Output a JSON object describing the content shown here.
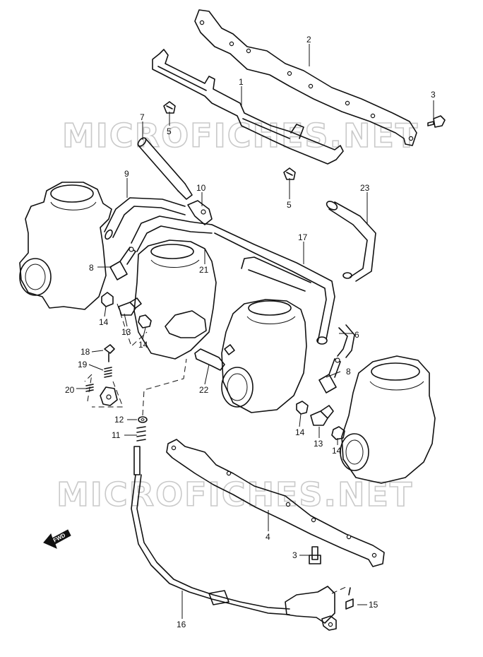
{
  "watermark": "MICROFICHES.NET",
  "fwd_arrow_text": "FWD",
  "callouts": [
    {
      "id": "1",
      "text": "1"
    },
    {
      "id": "2",
      "text": "2"
    },
    {
      "id": "3a",
      "text": "3"
    },
    {
      "id": "3b",
      "text": "3"
    },
    {
      "id": "4",
      "text": "4"
    },
    {
      "id": "5a",
      "text": "5"
    },
    {
      "id": "5b",
      "text": "5"
    },
    {
      "id": "6",
      "text": "6"
    },
    {
      "id": "7",
      "text": "7"
    },
    {
      "id": "8a",
      "text": "8"
    },
    {
      "id": "8b",
      "text": "8"
    },
    {
      "id": "9",
      "text": "9"
    },
    {
      "id": "10",
      "text": "10"
    },
    {
      "id": "11",
      "text": "11"
    },
    {
      "id": "12",
      "text": "12"
    },
    {
      "id": "13a",
      "text": "13"
    },
    {
      "id": "13b",
      "text": "13"
    },
    {
      "id": "14a",
      "text": "14"
    },
    {
      "id": "14b",
      "text": "14"
    },
    {
      "id": "14c",
      "text": "14"
    },
    {
      "id": "14d",
      "text": "14"
    },
    {
      "id": "15",
      "text": "15"
    },
    {
      "id": "16",
      "text": "16"
    },
    {
      "id": "17",
      "text": "17"
    },
    {
      "id": "18",
      "text": "18"
    },
    {
      "id": "19",
      "text": "19"
    },
    {
      "id": "20",
      "text": "20"
    },
    {
      "id": "21",
      "text": "21"
    },
    {
      "id": "22",
      "text": "22"
    },
    {
      "id": "23",
      "text": "23"
    }
  ]
}
